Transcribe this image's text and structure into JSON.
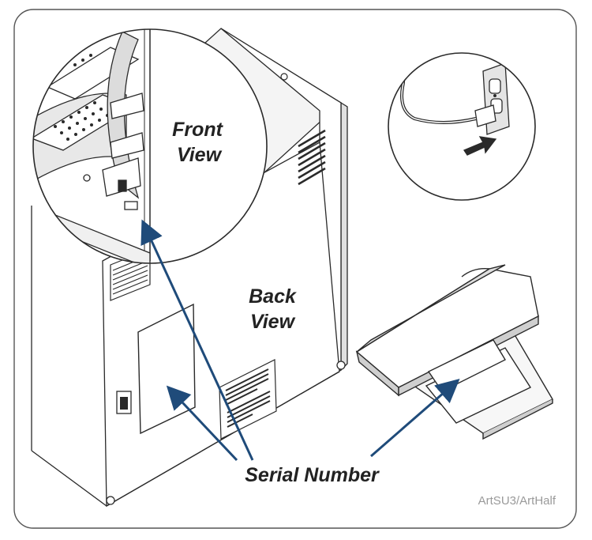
{
  "labels": {
    "front_view_line1": "Front",
    "front_view_line2": "View",
    "back_view_line1": "Back",
    "back_view_line2": "View",
    "serial_number": "Serial Number",
    "credit": "ArtSU3/ArtHalf"
  },
  "colors": {
    "frame": "#555555",
    "outline": "#2a2a2a",
    "pointer_arrow": "#1f4b7a",
    "fill_light": "#ffffff",
    "fill_grey": "#dcdcdc",
    "credit_text": "#9a9a9a"
  }
}
